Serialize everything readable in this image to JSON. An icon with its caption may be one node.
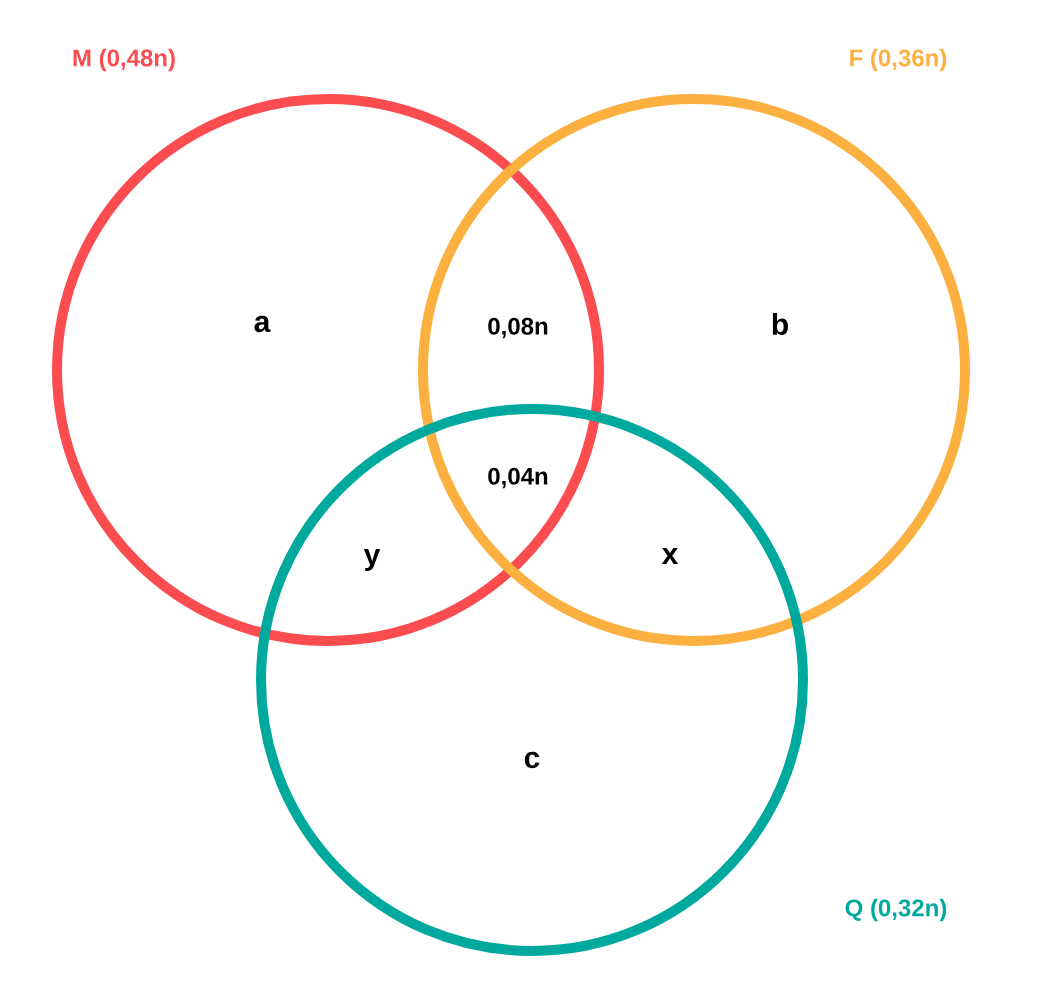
{
  "diagram": {
    "nodes": [
      {
        "text": [
          "M (0,48n)"
        ]
      },
      {
        "text": [
          "F (0,36n)"
        ]
      },
      {
        "text": [
          "Q (0,32n)"
        ]
      }
    ],
    "labels": [
      "a",
      "0,08n",
      "b",
      "0,04n",
      "y",
      "x",
      "c"
    ]
  }
}
